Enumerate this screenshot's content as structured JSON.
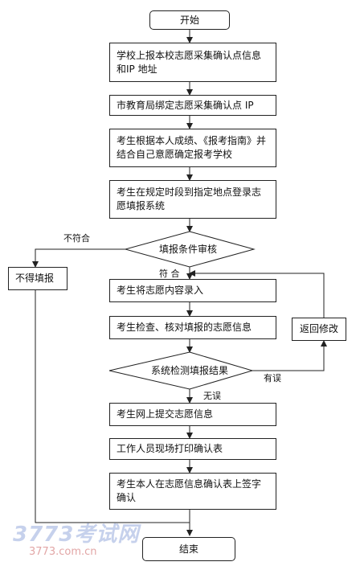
{
  "nodes": {
    "start": "开始",
    "step1": "学校上报本校志愿采集确认点信息和IP 地址",
    "step2": "市教育局绑定志愿采集确认点 IP",
    "step3": "考生根据本人成绩、《报考指南》并结合自己意愿确定报考学校",
    "step4": "考生在规定时段到指定地点登录志愿填报系统",
    "check": "填报条件审核",
    "reject": "不得填报",
    "step5": "考生将志愿内容录入",
    "step6": "考生检查、核对填报的志愿信息",
    "modify": "返回修改",
    "detect": "系统检测填报结果",
    "step7": "考生网上提交志愿信息",
    "step8": "工作人员现场打印确认表",
    "step9": "考生本人在志愿信息确认表上签字确认",
    "end": "结束"
  },
  "edge_labels": {
    "not_match": "不符合",
    "match": "符 合",
    "error": "有误",
    "no_error": "无误"
  },
  "watermark": {
    "brand": "3773考试网",
    "url": "3773.com.cn"
  }
}
